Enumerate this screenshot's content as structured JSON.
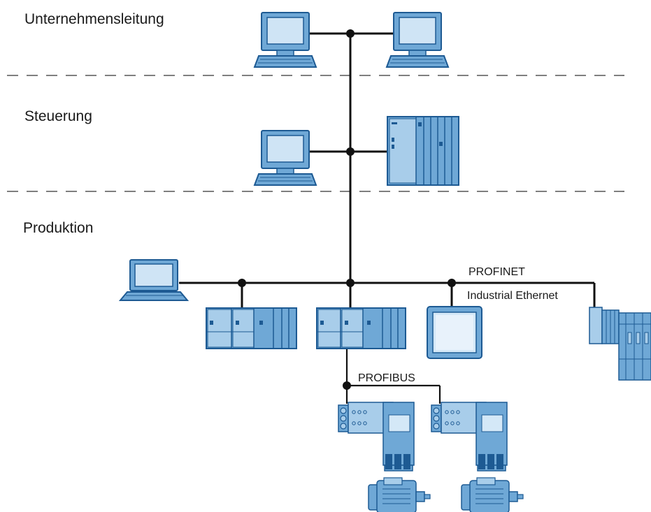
{
  "zones": {
    "enterprise": "Unternehmensleitung",
    "control": "Steuerung",
    "production": "Produktion"
  },
  "networks": {
    "profinet": "PROFINET",
    "industrial_ethernet": "Industrial Ethernet",
    "profibus": "PROFIBUS"
  },
  "colors": {
    "device_fill": "#6fa8d6",
    "device_light": "#a8cdea",
    "device_stroke": "#1d5a93",
    "line": "#111111",
    "separator": "#555555"
  },
  "icons": [
    "pc-icon",
    "plc-icon",
    "laptop-icon",
    "hmi-panel-icon",
    "io-station-icon",
    "drive-icon",
    "motor-icon"
  ]
}
